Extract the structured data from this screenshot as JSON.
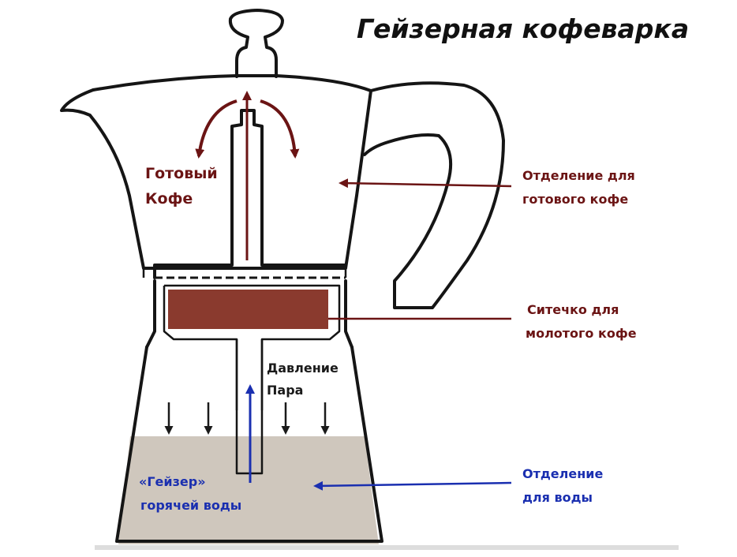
{
  "title": "Гейзерная кофеварка",
  "labels": {
    "ready_coffee": [
      "Готовый",
      "Кофе"
    ],
    "ready_coffee_chamber": [
      "Отделение для",
      "готового кофе"
    ],
    "filter": [
      "Ситечко для",
      "молотого кофе"
    ],
    "steam_pressure": [
      "Давление",
      "Пара"
    ],
    "geyser": [
      "«Гейзер»",
      "горячей воды"
    ],
    "water_chamber": [
      "Отделение",
      "для воды"
    ]
  },
  "colors": {
    "maroon": "#6b1414",
    "blue": "#1a2fb0",
    "coffee_grounds": "#8a3a2e",
    "water": "#cfc7bd",
    "outline": "#151515"
  }
}
